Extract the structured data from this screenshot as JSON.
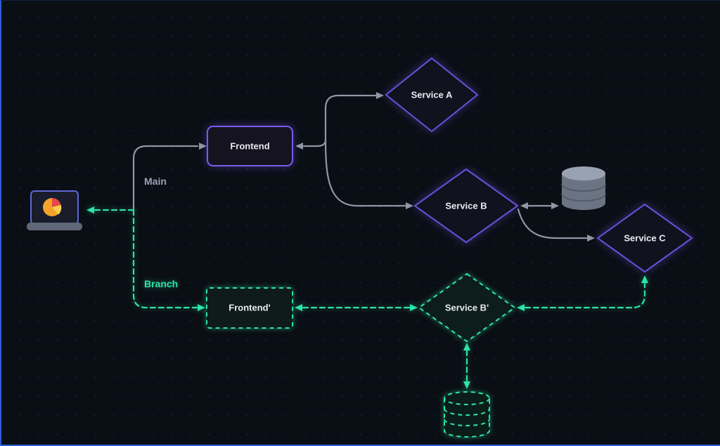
{
  "canvas": {
    "type": "flow-diagram",
    "background": "#0a0e15",
    "frame_accent": "#2c5cd8"
  },
  "labels": {
    "main": "Main",
    "branch": "Branch"
  },
  "nodes": {
    "frontend": {
      "label": "Frontend",
      "shape": "rectangle",
      "style": "solid-purple"
    },
    "service_a": {
      "label": "Service A",
      "shape": "diamond",
      "style": "solid-purple"
    },
    "service_b": {
      "label": "Service B",
      "shape": "diamond",
      "style": "solid-purple"
    },
    "service_c": {
      "label": "Service C",
      "shape": "diamond",
      "style": "solid-purple"
    },
    "frontend_branch": {
      "label": "Frontend'",
      "shape": "rectangle",
      "style": "dashed-teal"
    },
    "service_b_branch": {
      "label": "Service B'",
      "shape": "diamond",
      "style": "dashed-teal"
    }
  },
  "icons": {
    "client": "laptop-icon",
    "client_screen": "pie-chart-icon",
    "database_main": "database-cylinder-icon",
    "database_branch": "database-cylinder-dashed-icon"
  },
  "edges": [
    {
      "id": "junction-to-laptop",
      "from": "junction",
      "to": "laptop",
      "style": "teal-dashed",
      "arrows": "to-laptop"
    },
    {
      "id": "main-to-frontend",
      "from": "junction",
      "to": "frontend",
      "style": "gray-solid",
      "arrows": "to-frontend"
    },
    {
      "id": "frontend-to-service-a",
      "from": "frontend",
      "to": "service_a",
      "style": "gray-solid",
      "arrows": "to-service-a"
    },
    {
      "id": "services-to-frontend",
      "from": "service-junction",
      "to": "frontend",
      "style": "gray-solid",
      "arrows": "to-frontend"
    },
    {
      "id": "frontend-to-service-b",
      "from": "frontend",
      "to": "service_b",
      "style": "gray-solid",
      "arrows": "to-service-b"
    },
    {
      "id": "service-b-database",
      "from": "service_b",
      "to": "database_main",
      "style": "gray-solid",
      "arrows": "both"
    },
    {
      "id": "service-b-to-service-c",
      "from": "service_b",
      "to": "service_c",
      "style": "gray-solid",
      "arrows": "to-service-c"
    },
    {
      "id": "branch-to-frontend-branch",
      "from": "junction",
      "to": "frontend_branch",
      "style": "teal-dashed",
      "arrows": "to-frontend-branch"
    },
    {
      "id": "frontend-branch-service-b-branch",
      "from": "frontend_branch",
      "to": "service_b_branch",
      "style": "teal-dashed",
      "arrows": "both"
    },
    {
      "id": "service-b-branch-service-c",
      "from": "service_b_branch",
      "to": "service_c",
      "style": "teal-dashed",
      "arrows": "both"
    },
    {
      "id": "service-b-branch-database-branch",
      "from": "service_b_branch",
      "to": "database_branch",
      "style": "teal-dashed",
      "arrows": "both"
    }
  ],
  "colors": {
    "purple_node_border": "#6a4fd8",
    "purple_rect_border": "#7b5af0",
    "teal_accent": "#2fe3a6",
    "gray_edge": "#8f98a6",
    "node_fill_dark": "#10121e",
    "db_gray_fill": "#6b7482",
    "db_gray_top": "#99a2b1",
    "laptop_border": "#5f68d8",
    "laptop_base": "#5e6878",
    "pie_orange": "#f3a32b",
    "pie_red": "#e5474b",
    "pie_yellow": "#f7cf4a",
    "label_gray": "#9aa4b2",
    "node_text": "#e8ebf0"
  }
}
